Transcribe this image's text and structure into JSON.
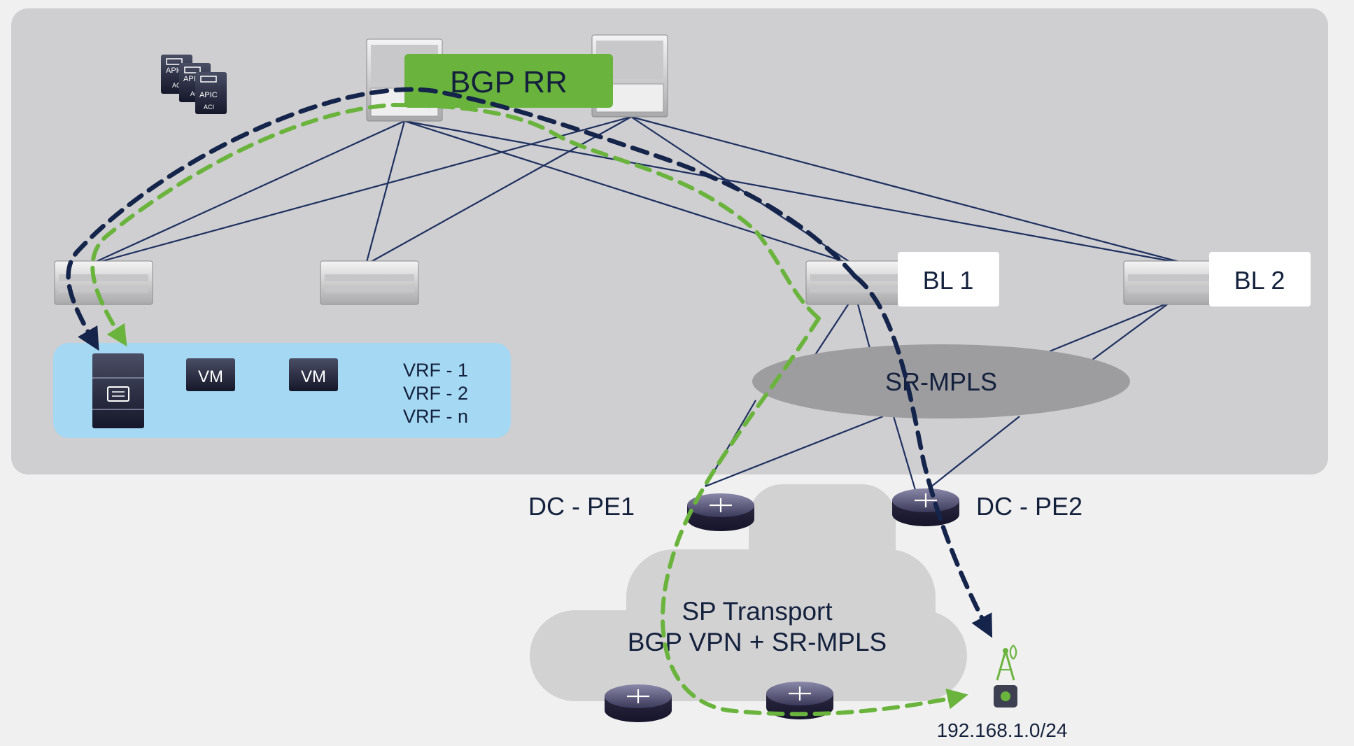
{
  "fabric": {
    "route_reflector_label": "BGP RR",
    "border_leaf_1_label": "BL 1",
    "border_leaf_2_label": "BL 2",
    "apic_labels": [
      "APIC",
      "APIC",
      "APIC"
    ],
    "aci_labels": [
      "ACI",
      "ACI",
      "ACI"
    ]
  },
  "host_area": {
    "vm_labels": [
      "VM",
      "VM"
    ],
    "vrf_labels": [
      "VRF - 1",
      "VRF - 2",
      "VRF - n"
    ]
  },
  "sr_mpls": {
    "label": "SR-MPLS"
  },
  "pe_routers": {
    "pe1_label": "DC - PE1",
    "pe2_label": "DC - PE2"
  },
  "sp_transport": {
    "line1": "SP Transport",
    "line2": "BGP VPN + SR-MPLS"
  },
  "remote_site": {
    "prefix_label": "192.168.1.0/24"
  },
  "colors": {
    "fabric_background": "#cfced0",
    "page_background": "#f1f0f0",
    "link_navy": "#1e3060",
    "path_navy": "#14244a",
    "path_green": "#6ab43e",
    "bgp_rr_box": "#6ab43e",
    "host_area": "#a5d8f3",
    "sr_mpls_cloud": "#9d9c9f",
    "sp_cloud": "#d3d2d3"
  },
  "icons": {
    "spine": "spine-switch-icon",
    "leaf": "leaf-switch-icon",
    "router": "router-icon",
    "server": "server-icon",
    "apic": "apic-controller-icon",
    "tower": "cell-tower-icon"
  }
}
